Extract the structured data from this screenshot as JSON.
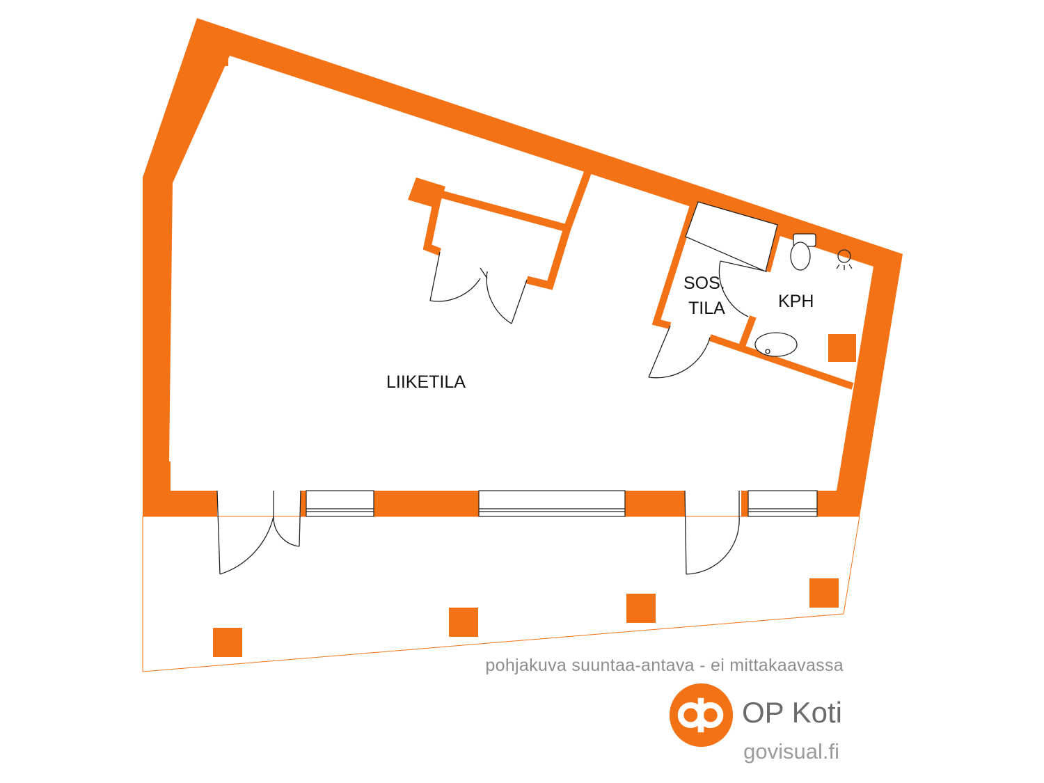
{
  "colors": {
    "wall": "#f47216",
    "line": "#222222",
    "caption": "#8d8d8d",
    "brand": "#6b6b6b"
  },
  "rooms": {
    "liiketila": "LIIKETILA",
    "sos_line1": "SOS.",
    "sos_line2": "TILA",
    "kph": "KPH"
  },
  "caption": "pohjakuva suuntaa-antava - ei mittakaavassa",
  "brand": {
    "name": "OP Koti",
    "logo_icon": "op-logo-icon"
  },
  "credit": "govisual.fi"
}
